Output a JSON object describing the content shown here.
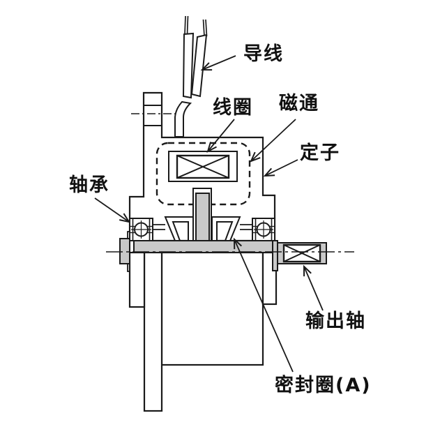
{
  "diagram": {
    "type": "engineering-cross-section",
    "subject": "electromagnetic clutch / brake sectional drawing",
    "labels": {
      "lead_wire": "导线",
      "coil": "线圈",
      "magnetic_flux": "磁通",
      "stator": "定子",
      "bearing": "轴承",
      "output_shaft": "输出轴",
      "seal_ring": "密封圈(A)"
    },
    "colors": {
      "line": "#1a1a1a",
      "metal_fill": "#c9c9c9",
      "background": "#ffffff"
    }
  }
}
